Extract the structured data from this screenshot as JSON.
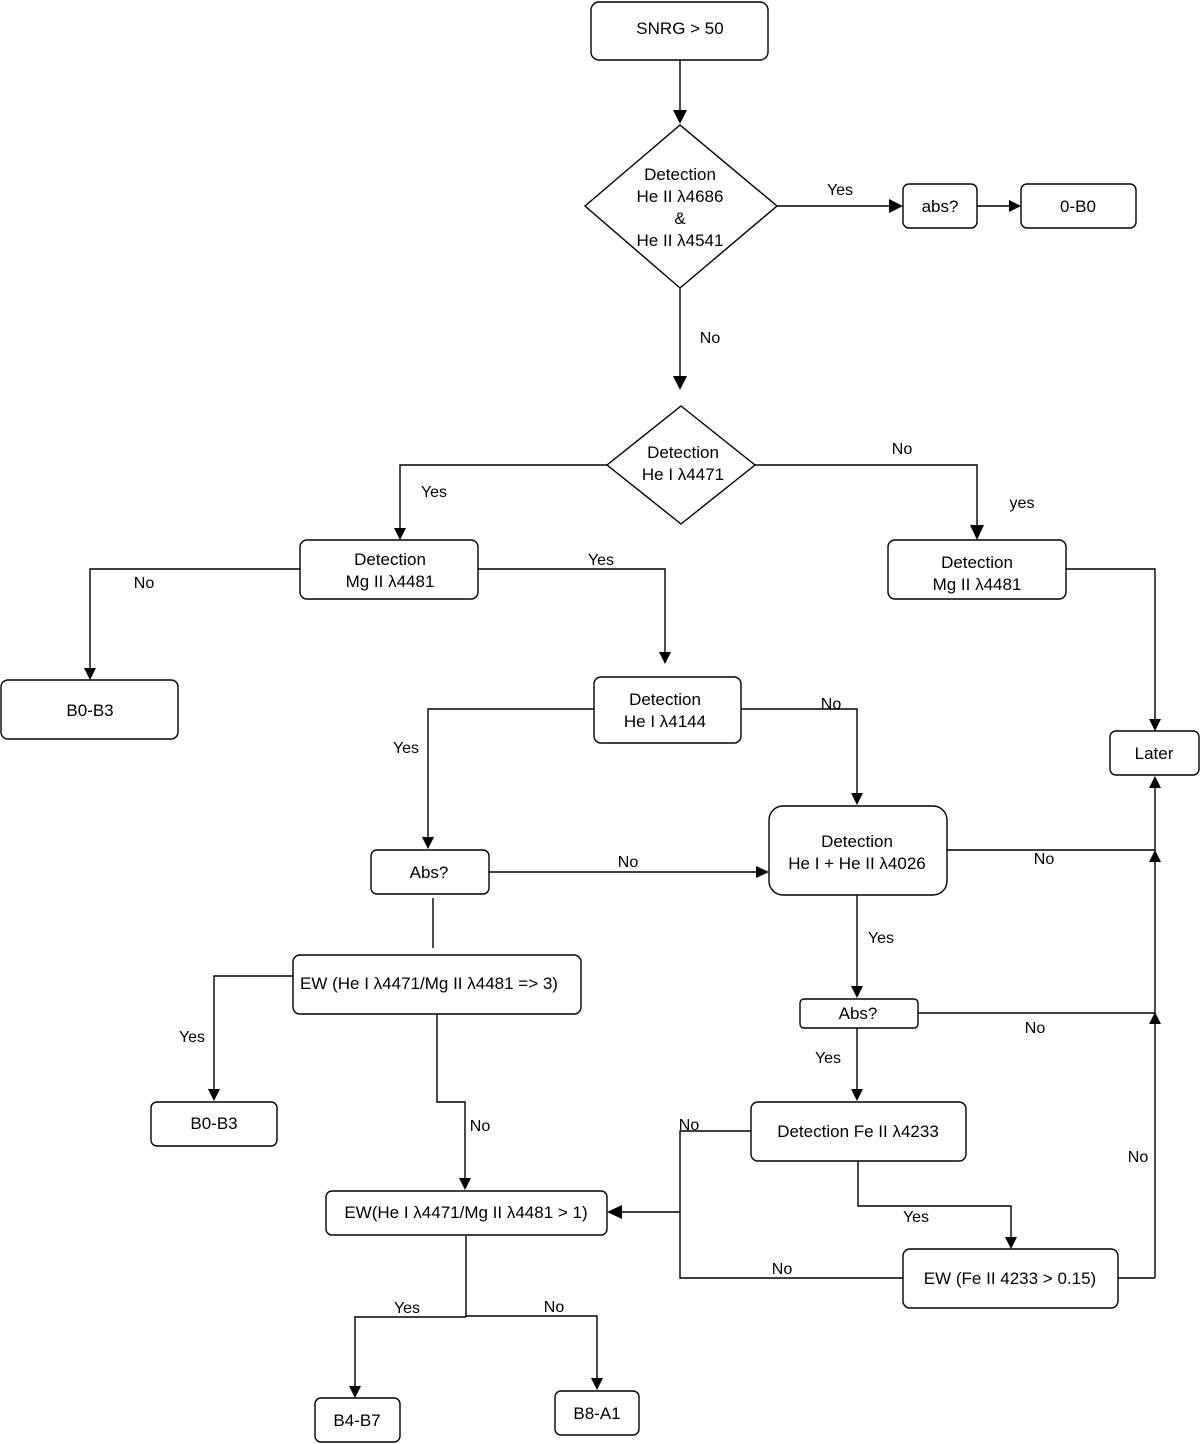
{
  "nodes": {
    "snrg": "SNRG > 50",
    "he2_det": [
      "Detection",
      "He II λ4686",
      "&",
      "He II λ4541"
    ],
    "abs_top": "abs?",
    "o_b0": "0-B0",
    "he1_4471": [
      "Detection",
      "He I λ4471"
    ],
    "mg2_left": [
      "Detection",
      "Mg II λ4481"
    ],
    "mg2_right": [
      "Detection",
      "Mg II λ4481"
    ],
    "b0b3_left": "B0-B3",
    "he1_4144": [
      "Detection",
      "He I λ4144"
    ],
    "later": "Later",
    "he_4026": [
      "Detection",
      "He I + He II λ4026"
    ],
    "abs_left": "Abs?",
    "ew_3": "EW (He I λ4471/Mg II λ4481 => 3)",
    "abs_right": "Abs?",
    "b0b3_bottom": "B0-B3",
    "fe2_det": "Detection Fe II λ4233",
    "ew_1": "EW(He I λ4471/Mg II λ4481 > 1)",
    "ew_fe": "EW (Fe II 4233 > 0.15)",
    "b4b7": "B4-B7",
    "b8a1": "B8-A1"
  },
  "edge_labels": {
    "he2_yes": "Yes",
    "he2_no": "No",
    "he1_yes": "Yes",
    "he1_no": "No",
    "he1_right_yes": "yes",
    "mg2l_no": "No",
    "mg2l_yes": "Yes",
    "he4144_yes": "Yes",
    "he4144_no": "No",
    "absl_no": "No",
    "he4026_no": "No",
    "he4026_yes": "Yes",
    "absr_no": "No",
    "absr_yes": "Yes",
    "ew3_yes": "Yes",
    "ew3_no": "No",
    "fe2_no": "No",
    "fe2_yes": "Yes",
    "ewfe_no_left": "No",
    "ewfe_no_right": "No",
    "ew1_yes": "Yes",
    "ew1_no": "No"
  }
}
